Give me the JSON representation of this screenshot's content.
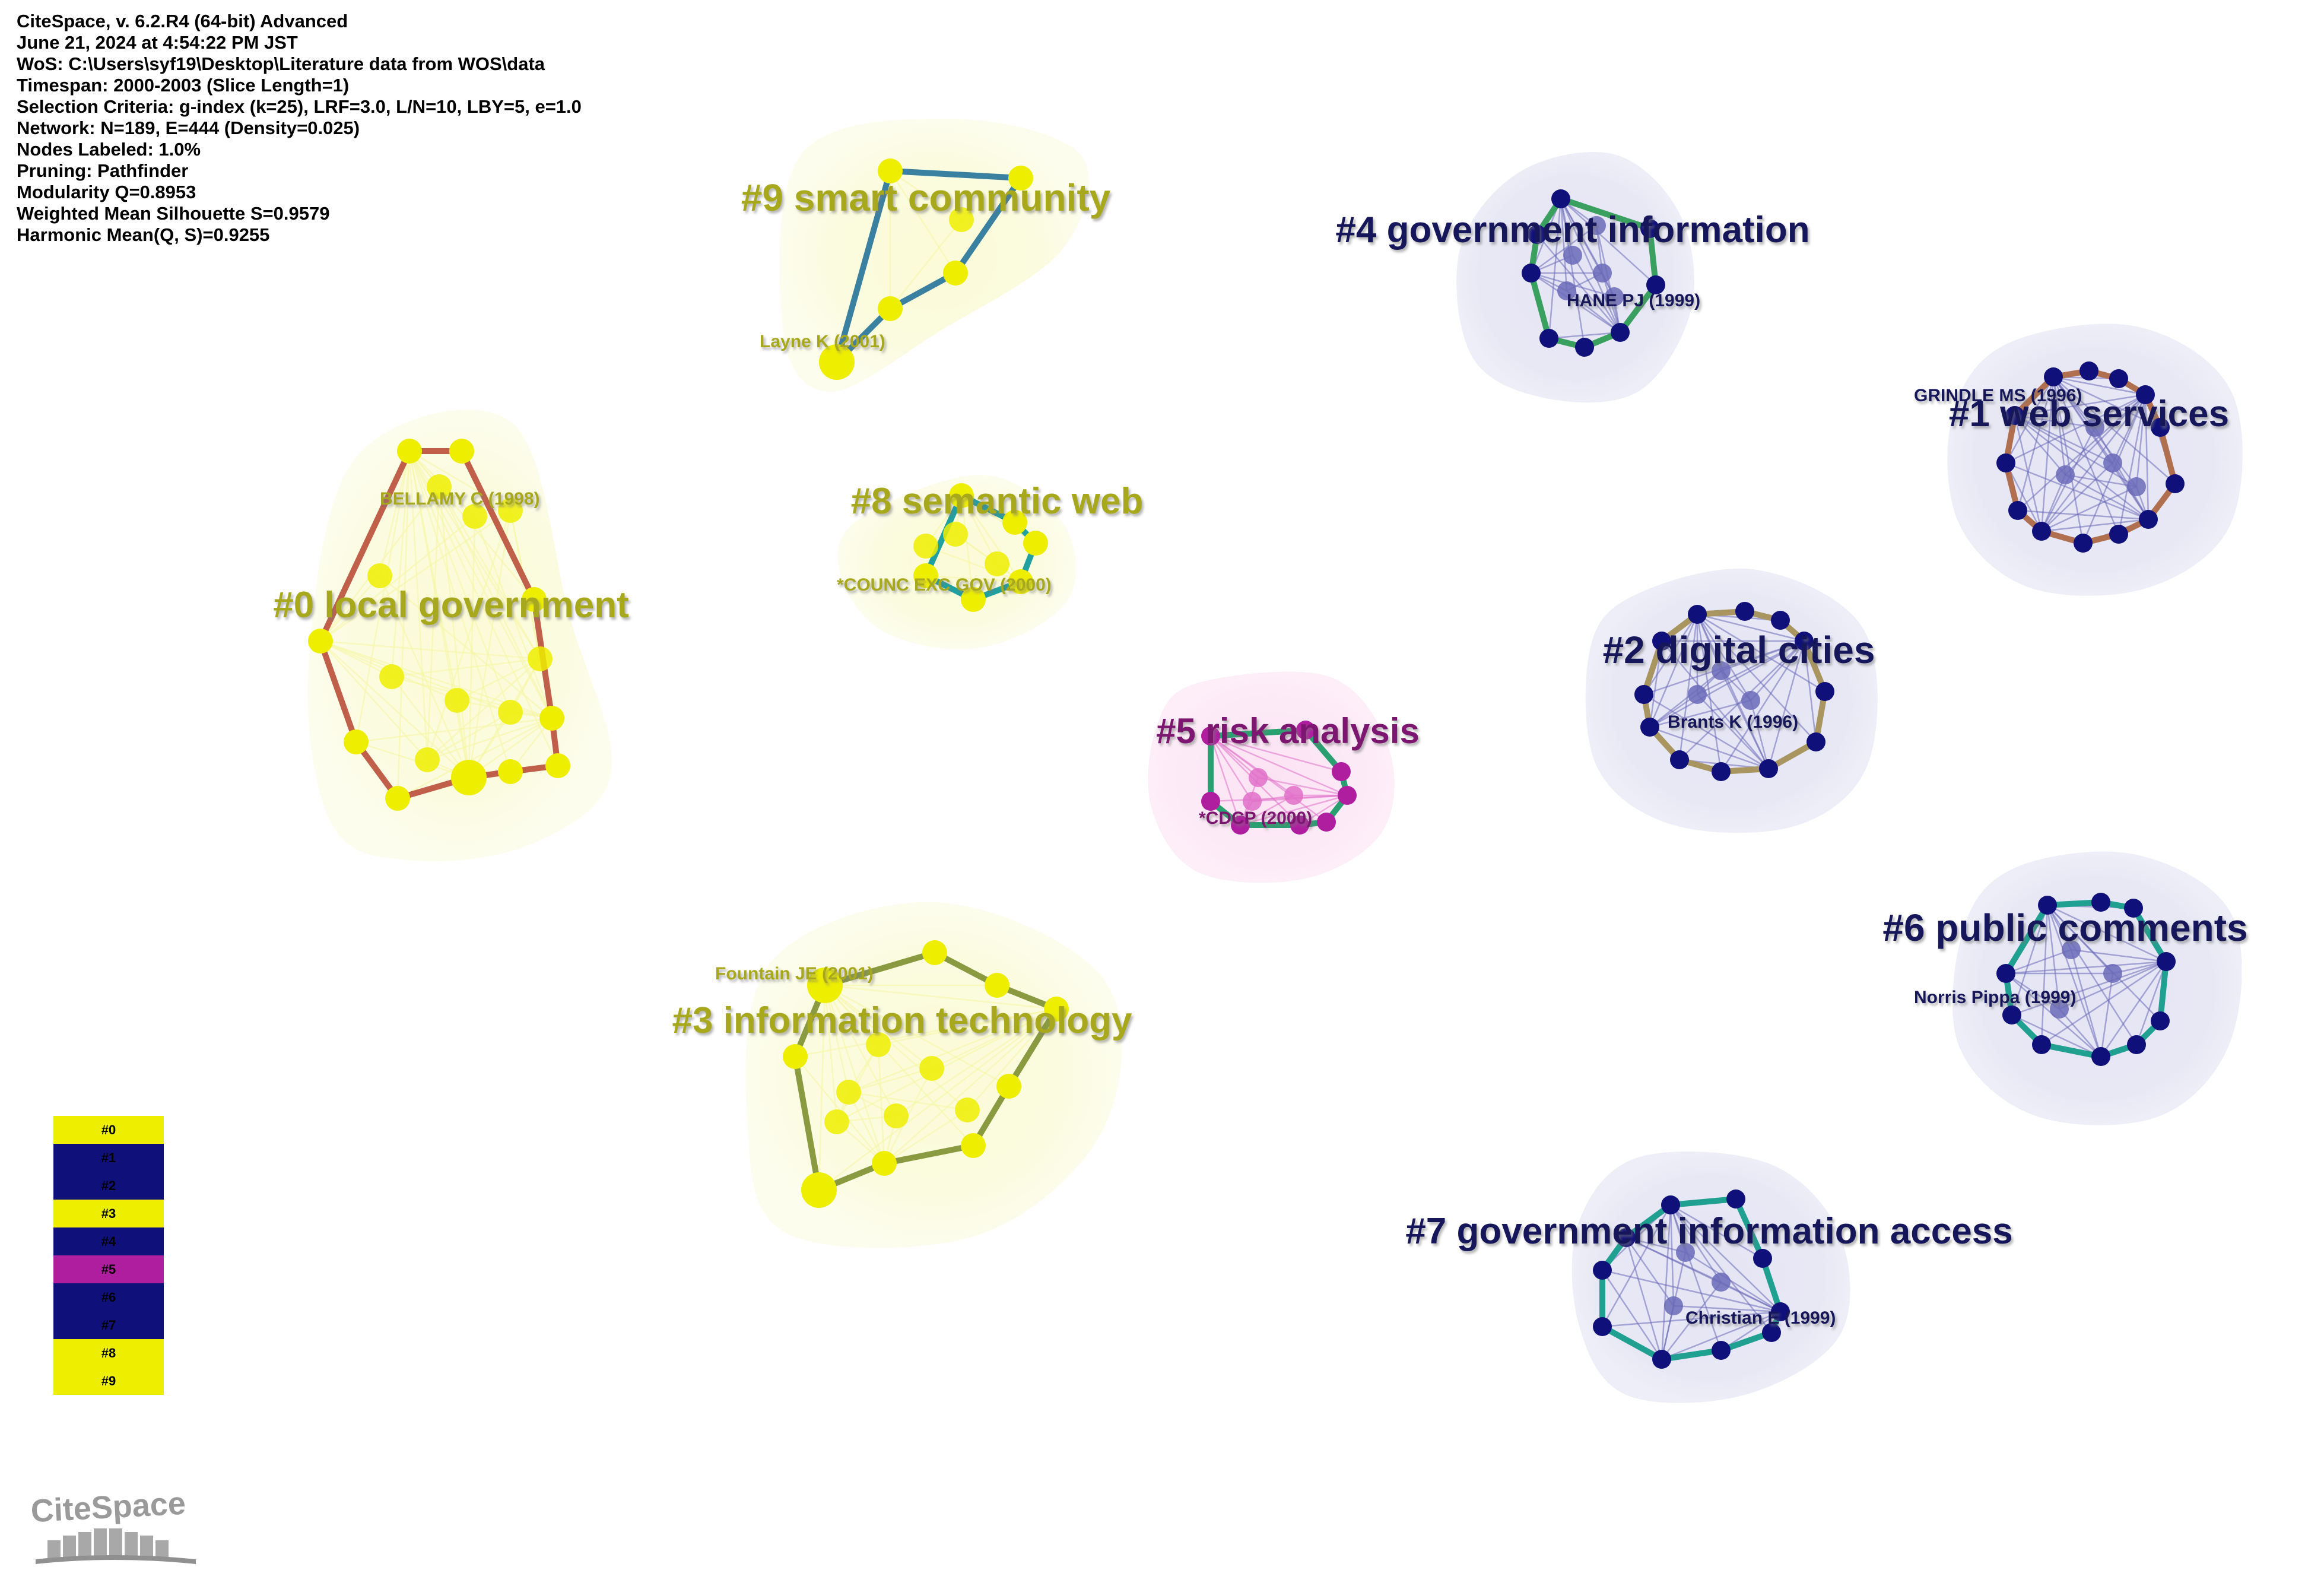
{
  "info_lines": [
    "CiteSpace, v. 6.2.R4 (64-bit) Advanced",
    "June 21, 2024 at 4:54:22 PM JST",
    "WoS: C:\\Users\\syf19\\Desktop\\Literature data from WOS\\data",
    "Timespan: 2000-2003 (Slice Length=1)",
    "Selection Criteria: g-index (k=25), LRF=3.0, L/N=10, LBY=5, e=1.0",
    "Network: N=189, E=444 (Density=0.025)",
    "Nodes Labeled: 1.0%",
    "Pruning: Pathfinder",
    "Modularity Q=0.8953",
    "Weighted Mean Silhouette S=0.9579",
    "Harmonic Mean(Q, S)=0.9255"
  ],
  "colors": {
    "yellow_cluster": "#eeee00",
    "navy_cluster": "#10107a",
    "magenta_cluster": "#b01ea0",
    "yellow_label": "#a8a81e",
    "navy_label": "#13135a",
    "magenta_label": "#7d1670"
  },
  "clusters": [
    {
      "id": "0",
      "label": "#0 local government",
      "node_label": "BELLAMY C (1998)",
      "tone": "yellow",
      "edge_color": "#c0604a"
    },
    {
      "id": "1",
      "label": "#1 web services",
      "node_label": "GRINDLE MS (1996)",
      "tone": "navy",
      "edge_color": "#b07050"
    },
    {
      "id": "2",
      "label": "#2 digital cities",
      "node_label": "Brants K (1996)",
      "tone": "navy",
      "edge_color": "#a89560"
    },
    {
      "id": "3",
      "label": "#3 information technology",
      "node_label": "Fountain JE (2001)",
      "tone": "yellow",
      "edge_color": "#8a9a40"
    },
    {
      "id": "4",
      "label": "#4 government information",
      "node_label": "HANE PJ (1999)",
      "tone": "navy",
      "edge_color": "#3aa060"
    },
    {
      "id": "5",
      "label": "#5 risk analysis",
      "node_label": "*CDCP (2000)",
      "tone": "magenta",
      "edge_color": "#2aa070"
    },
    {
      "id": "6",
      "label": "#6 public comments",
      "node_label": "Norris Pippa (1999)",
      "tone": "navy",
      "edge_color": "#20a090"
    },
    {
      "id": "7",
      "label": "#7 government information access",
      "node_label": "Christian E (1999)",
      "tone": "navy",
      "edge_color": "#20a090"
    },
    {
      "id": "8",
      "label": "#8 semantic web",
      "node_label": "*COUNC EXC GOV (2000)",
      "tone": "yellow",
      "edge_color": "#20a0a0"
    },
    {
      "id": "9",
      "label": "#9 smart community",
      "node_label": "Layne K (2001)",
      "tone": "yellow",
      "edge_color": "#3a80a0"
    }
  ],
  "legend": [
    {
      "label": "#0",
      "color": "#eeee00"
    },
    {
      "label": "#1",
      "color": "#10107a"
    },
    {
      "label": "#2",
      "color": "#10107a"
    },
    {
      "label": "#3",
      "color": "#eeee00"
    },
    {
      "label": "#4",
      "color": "#10107a"
    },
    {
      "label": "#5",
      "color": "#b01ea0"
    },
    {
      "label": "#6",
      "color": "#10107a"
    },
    {
      "label": "#7",
      "color": "#10107a"
    },
    {
      "label": "#8",
      "color": "#eeee00"
    },
    {
      "label": "#9",
      "color": "#eeee00"
    }
  ],
  "logo": {
    "text": "CiteSpace"
  }
}
